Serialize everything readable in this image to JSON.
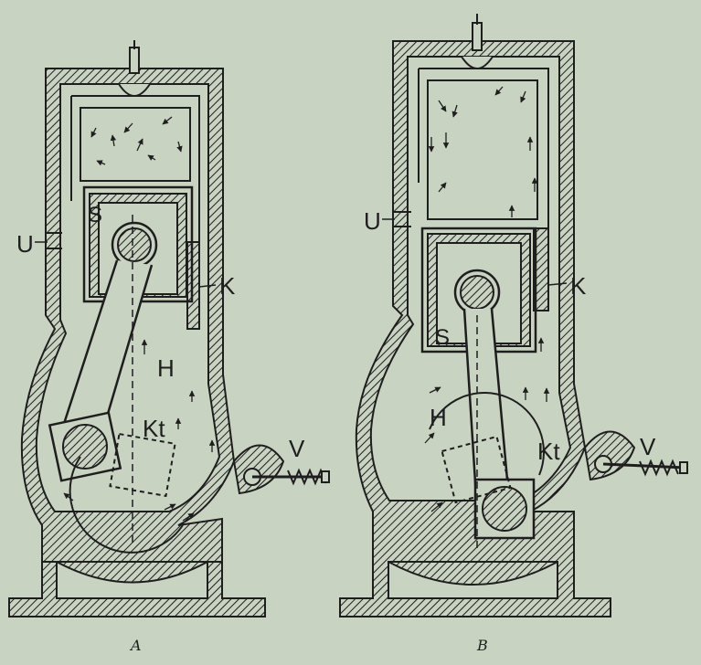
{
  "colors": {
    "paper": "#c9d3c2",
    "ink": "#1e1e1e"
  },
  "figures": [
    {
      "id": "A",
      "caption": "A",
      "labels": {
        "transfer_port": "U",
        "piston": "S",
        "passage": "K",
        "crankcase": "H",
        "crank": "Kt",
        "valve": "V"
      }
    },
    {
      "id": "B",
      "caption": "B",
      "labels": {
        "transfer_port": "U",
        "piston": "S",
        "passage": "K",
        "crankcase": "H",
        "crank": "Kt",
        "valve": "V"
      }
    }
  ]
}
